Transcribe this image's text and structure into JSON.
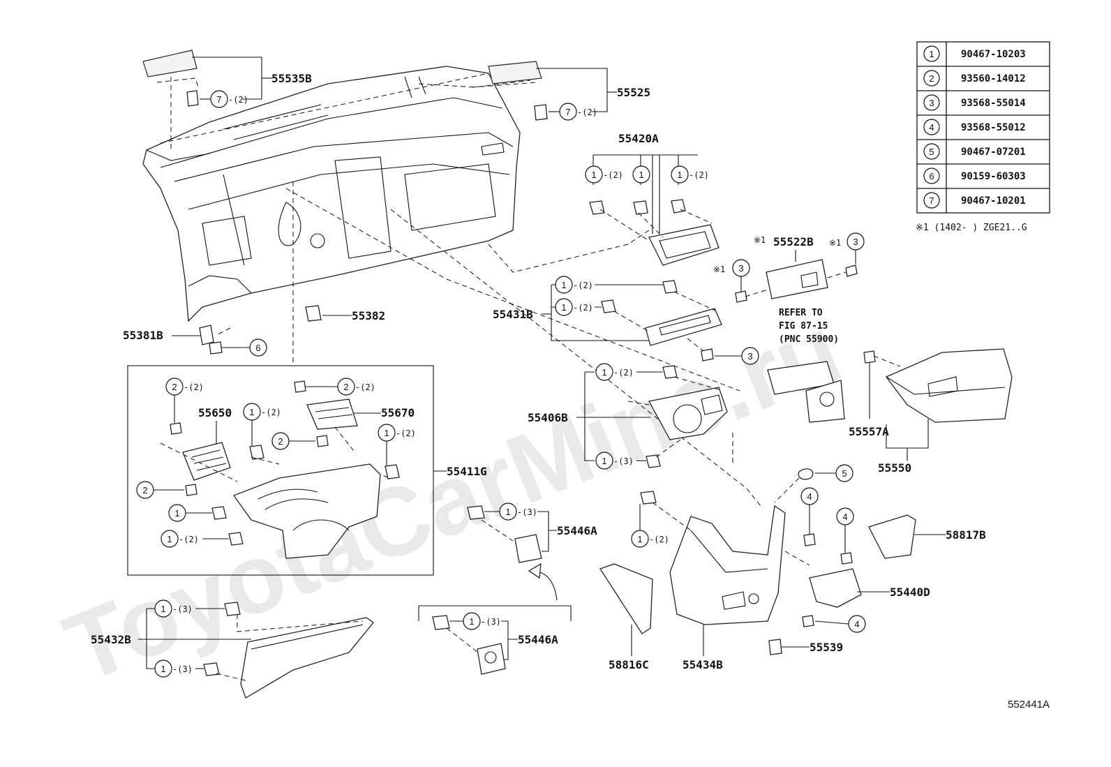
{
  "watermark": "ToyotaCarMine.ru",
  "figure_code": "552441A",
  "footnote": "※1 (1402-    ) ZGE21..G",
  "refer_note": [
    "REFER TO",
    "FIG 87-15",
    "(PNC 55900)"
  ],
  "legend": [
    {
      "num": "1",
      "part": "90467-10203"
    },
    {
      "num": "2",
      "part": "93560-14012"
    },
    {
      "num": "3",
      "part": "93568-55014"
    },
    {
      "num": "4",
      "part": "93568-55012"
    },
    {
      "num": "5",
      "part": "90467-07201"
    },
    {
      "num": "6",
      "part": "90159-60303"
    },
    {
      "num": "7",
      "part": "90467-10201"
    }
  ],
  "labels": {
    "p55535B": "55535B",
    "p55525": "55525",
    "p55420A": "55420A",
    "p55522B": "55522B",
    "p55431B": "55431B",
    "p55382": "55382",
    "p55381B": "55381B",
    "p55650": "55650",
    "p55670": "55670",
    "p55411G": "55411G",
    "p55406B": "55406B",
    "p55557A": "55557A",
    "p55550": "55550",
    "p55446A_1": "55446A",
    "p55446A_2": "55446A",
    "p58817B": "58817B",
    "p55440D": "55440D",
    "p55539": "55539",
    "p55434B": "55434B",
    "p58816C": "58816C",
    "p55432B": "55432B"
  },
  "callouts": {
    "c7a": {
      "n": "7",
      "q": "-(2)"
    },
    "c7b": {
      "n": "7",
      "q": "-(2)"
    },
    "c1a": {
      "n": "1",
      "q": "-(2)"
    },
    "c1b": {
      "n": "1",
      "q": ""
    },
    "c1c": {
      "n": "1",
      "q": "-(2)"
    },
    "c3a": {
      "n": "3",
      "q": ""
    },
    "c3b": {
      "n": "3",
      "q": ""
    },
    "c3c": {
      "n": "3",
      "q": ""
    },
    "c1d": {
      "n": "1",
      "q": "-(2)"
    },
    "c1e": {
      "n": "1",
      "q": "-(2)"
    },
    "c6": {
      "n": "6",
      "q": ""
    },
    "c2a": {
      "n": "2",
      "q": "-(2)"
    },
    "c2b": {
      "n": "2",
      "q": "-(2)"
    },
    "c1f": {
      "n": "1",
      "q": "-(2)"
    },
    "c2c": {
      "n": "2",
      "q": ""
    },
    "c1g": {
      "n": "1",
      "q": "-(2)"
    },
    "c2d": {
      "n": "2",
      "q": ""
    },
    "c1h": {
      "n": "1",
      "q": ""
    },
    "c1i": {
      "n": "1",
      "q": "-(2)"
    },
    "c1j": {
      "n": "1",
      "q": "-(2)"
    },
    "c1k": {
      "n": "1",
      "q": "-(3)"
    },
    "c5": {
      "n": "5",
      "q": ""
    },
    "c1l": {
      "n": "1",
      "q": "-(3)"
    },
    "c4a": {
      "n": "4",
      "q": ""
    },
    "c4b": {
      "n": "4",
      "q": ""
    },
    "c1m": {
      "n": "1",
      "q": "-(2)"
    },
    "c4c": {
      "n": "4",
      "q": ""
    },
    "c1n": {
      "n": "1",
      "q": "-(3)"
    },
    "c1o": {
      "n": "1",
      "q": "-(3)"
    },
    "c1p": {
      "n": "1",
      "q": "-(3)"
    }
  },
  "star_marks": {
    "s1": "※1",
    "s2": "※1",
    "s3": "※1"
  }
}
